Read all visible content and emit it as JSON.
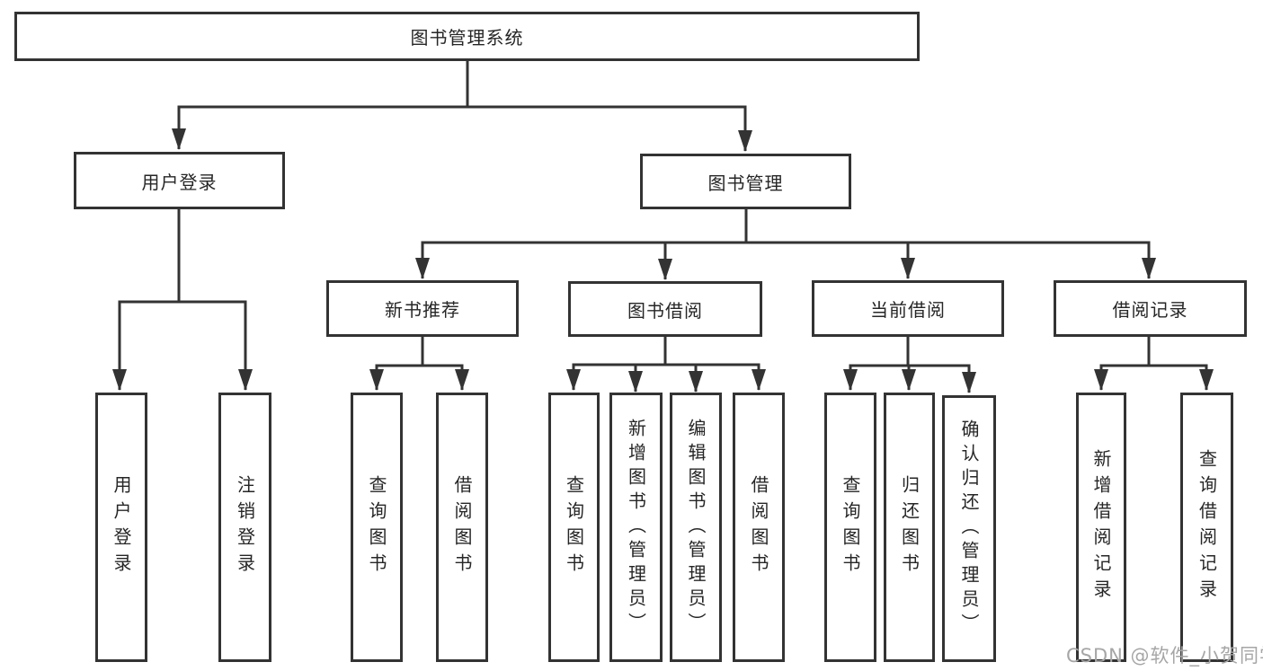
{
  "diagram": {
    "root": {
      "label": "图书管理系统"
    },
    "branches": [
      {
        "label": "用户登录",
        "leaves": [
          {
            "label": "用户登录"
          },
          {
            "label": "注销登录"
          }
        ]
      },
      {
        "label": "图书管理",
        "sections": [
          {
            "label": "新书推荐",
            "leaves": [
              {
                "label": "查询图书"
              },
              {
                "label": "借阅图书"
              }
            ]
          },
          {
            "label": "图书借阅",
            "leaves": [
              {
                "label": "查询图书"
              },
              {
                "label": "新增图书（管理员）"
              },
              {
                "label": "编辑图书（管理员）"
              },
              {
                "label": "借阅图书"
              }
            ]
          },
          {
            "label": "当前借阅",
            "leaves": [
              {
                "label": "查询图书"
              },
              {
                "label": "归还图书"
              },
              {
                "label": "确认归还（管理员）"
              }
            ]
          },
          {
            "label": "借阅记录",
            "leaves": [
              {
                "label": "新增借阅记录"
              },
              {
                "label": "查询借阅记录"
              }
            ]
          }
        ]
      }
    ]
  },
  "watermark": {
    "text": "CSDN @软件_小贺同学"
  },
  "colors": {
    "line": "#333333",
    "box_border": "#333333",
    "text": "#262626",
    "watermark": "#a6a6a6",
    "background": "#ffffff"
  }
}
